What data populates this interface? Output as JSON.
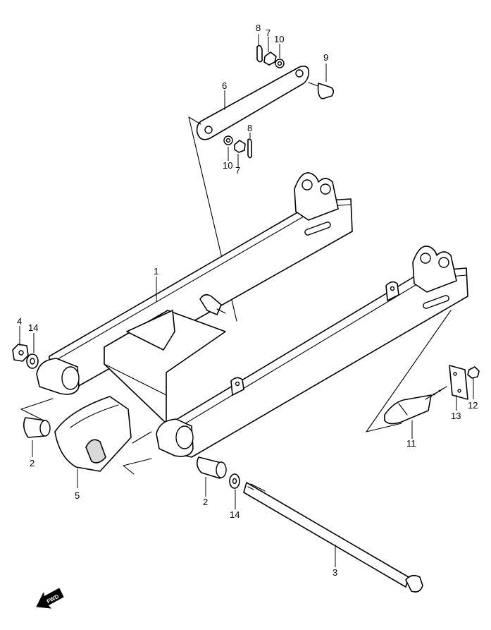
{
  "callouts": [
    {
      "id": "c1",
      "text": "1"
    },
    {
      "id": "c2a",
      "text": "2"
    },
    {
      "id": "c2b",
      "text": "2"
    },
    {
      "id": "c3",
      "text": "3"
    },
    {
      "id": "c4",
      "text": "4"
    },
    {
      "id": "c5",
      "text": "5"
    },
    {
      "id": "c6",
      "text": "6"
    },
    {
      "id": "c7a",
      "text": "7"
    },
    {
      "id": "c7b",
      "text": "7"
    },
    {
      "id": "c8a",
      "text": "8"
    },
    {
      "id": "c8b",
      "text": "8"
    },
    {
      "id": "c9",
      "text": "9"
    },
    {
      "id": "c10a",
      "text": "10"
    },
    {
      "id": "c10b",
      "text": "10"
    },
    {
      "id": "c11",
      "text": "11"
    },
    {
      "id": "c12",
      "text": "12"
    },
    {
      "id": "c13",
      "text": "13"
    },
    {
      "id": "c14a",
      "text": "14"
    },
    {
      "id": "c14b",
      "text": "14"
    }
  ],
  "fwd_label": "FWD",
  "icons": {
    "fwd": "fwd-arrow-icon"
  }
}
